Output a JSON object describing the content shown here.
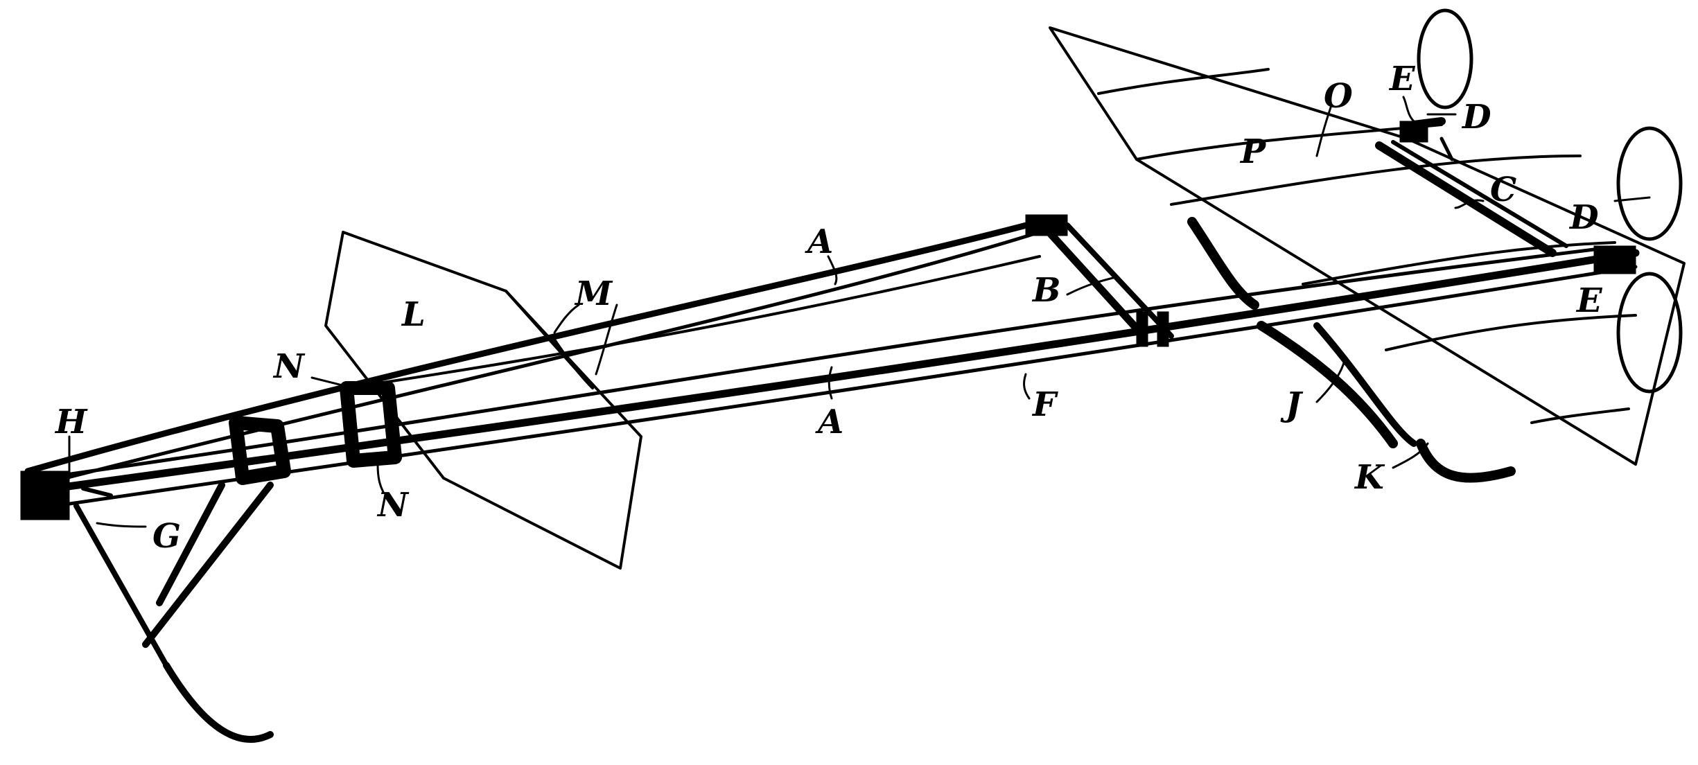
{
  "diagram": {
    "labels": {
      "A_upper": "A",
      "A_lower": "A",
      "B": "B",
      "C": "C",
      "D_upper": "D",
      "D_lower": "D",
      "E_upper": "E",
      "E_lower": "E",
      "F": "F",
      "G": "G",
      "H": "H",
      "J": "J",
      "K": "K",
      "L": "L",
      "M": "M",
      "N_upper": "N",
      "N_lower": "N",
      "O": "O",
      "P": "P"
    },
    "ink_color": "#000000",
    "background_color": "#ffffff"
  }
}
